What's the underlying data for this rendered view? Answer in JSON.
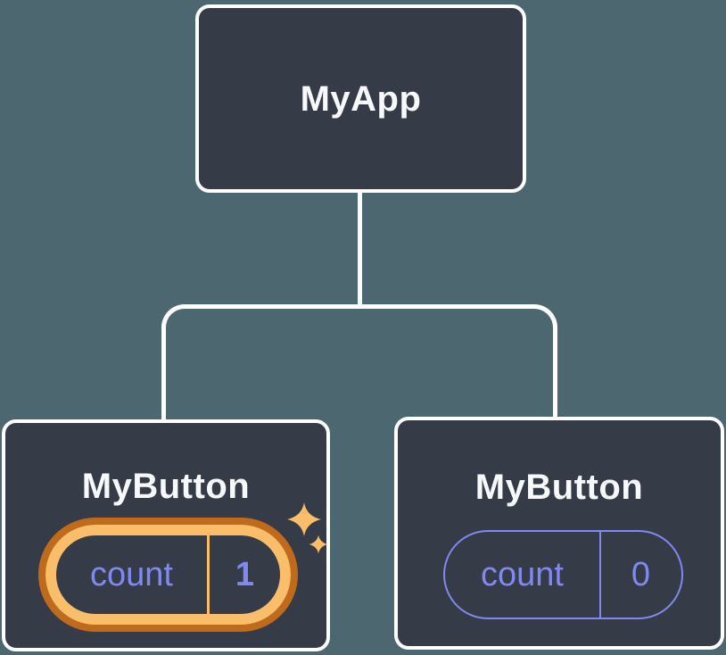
{
  "tree": {
    "root": {
      "label": "MyApp"
    },
    "children": [
      {
        "label": "MyButton",
        "highlighted": true,
        "state": {
          "name": "count",
          "value": "1"
        }
      },
      {
        "label": "MyButton",
        "highlighted": false,
        "state": {
          "name": "count",
          "value": "0"
        }
      }
    ]
  },
  "icons": {
    "sparkles": "sparkles-icon"
  },
  "colors": {
    "background": "#4C6770",
    "node_fill": "#353B47",
    "connector": "#FFFFFF",
    "label_text": "#F8F9FA",
    "state_purple": "#8089F0",
    "highlight_orange_dark": "#C06A1C",
    "highlight_orange_light": "#FABD69"
  }
}
